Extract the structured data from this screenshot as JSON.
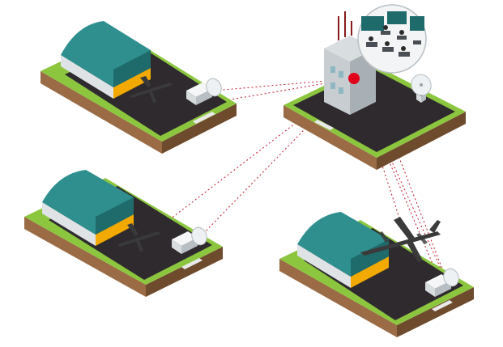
{
  "colors": {
    "grass": "#8cc63f",
    "grass_dark": "#6fa52b",
    "soil": "#9a6b45",
    "soil_dark": "#6f4b2e",
    "tarmac": "#2e2a2e",
    "hangar_roof": "#2f8f8f",
    "hangar_roof_dark": "#1f6b6b",
    "hangar_wall": "#dfe3e6",
    "hangar_door": "#f2a900",
    "tower": "#d8dde0",
    "tower_dark": "#a9b0b5",
    "beacon": "#e0001a",
    "link_line": "#c0182a",
    "aircraft": "#3a3a3a",
    "dish": "#eef1f3"
  },
  "nodes": [
    {
      "id": "hangar-top-left",
      "kind": "hangar-pad"
    },
    {
      "id": "control-tower",
      "kind": "tower-pad"
    },
    {
      "id": "hangar-bottom-left",
      "kind": "hangar-pad"
    },
    {
      "id": "hangar-bottom-right",
      "kind": "hangar-pad"
    }
  ],
  "links": [
    {
      "from": "control-tower",
      "to": "hangar-top-left"
    },
    {
      "from": "control-tower",
      "to": "hangar-bottom-left"
    },
    {
      "from": "control-tower",
      "to": "hangar-bottom-right"
    }
  ],
  "icons": {
    "control_room": "control-room-icon",
    "radar_dish": "radar-dish-icon",
    "aircraft": "aircraft-icon"
  }
}
